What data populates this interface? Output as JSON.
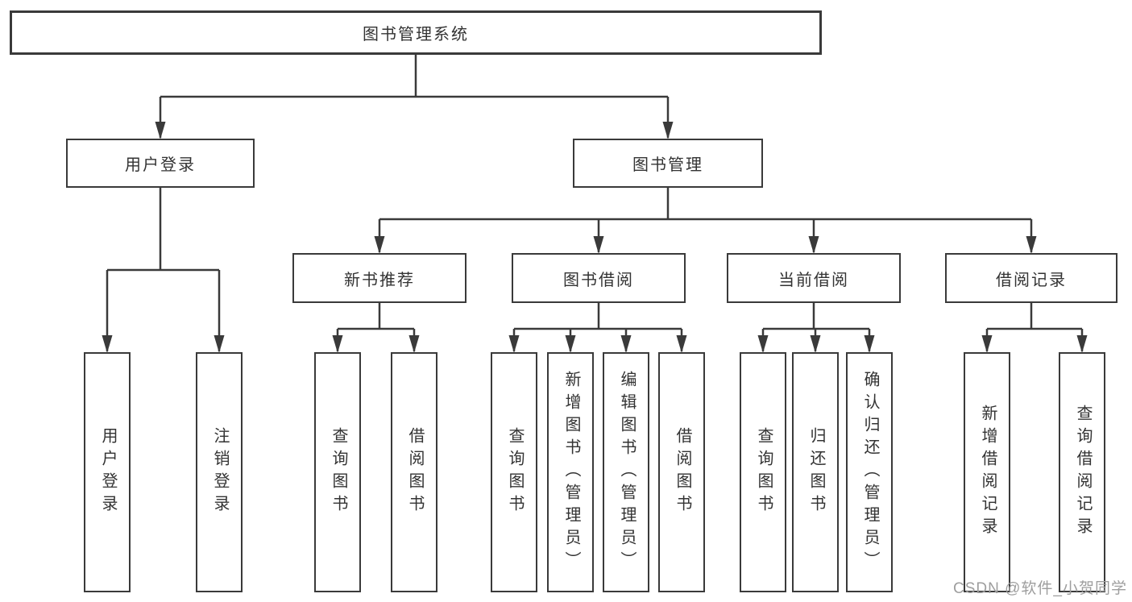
{
  "colors": {
    "line": "#3a3a3a",
    "box_border": "#3a3a3a",
    "text": "#333333",
    "watermark": "#9e9e9e",
    "background": "#ffffff"
  },
  "watermark": "CSDN @软件_小贺同学",
  "tree": {
    "root": "图书管理系统",
    "level2": {
      "user_login": "用户登录",
      "book_mgmt": "图书管理"
    },
    "level3": {
      "new_book_rec": "新书推荐",
      "book_borrow": "图书借阅",
      "current_borrow": "当前借阅",
      "borrow_record": "借阅记录"
    },
    "leaves": {
      "user_login": "用户登录",
      "logout": "注销登录",
      "rec_query_book": "查询图书",
      "rec_borrow_book": "借阅图书",
      "borrow_query_book": "查询图书",
      "borrow_add_book": "新增图书（管理员）",
      "borrow_edit_book": "编辑图书（管理员）",
      "borrow_borrow_book": "借阅图书",
      "current_query_book": "查询图书",
      "current_return_book": "归还图书",
      "current_confirm_return": "确认归还（管理员）",
      "record_add": "新增借阅记录",
      "record_query": "查询借阅记录"
    }
  }
}
